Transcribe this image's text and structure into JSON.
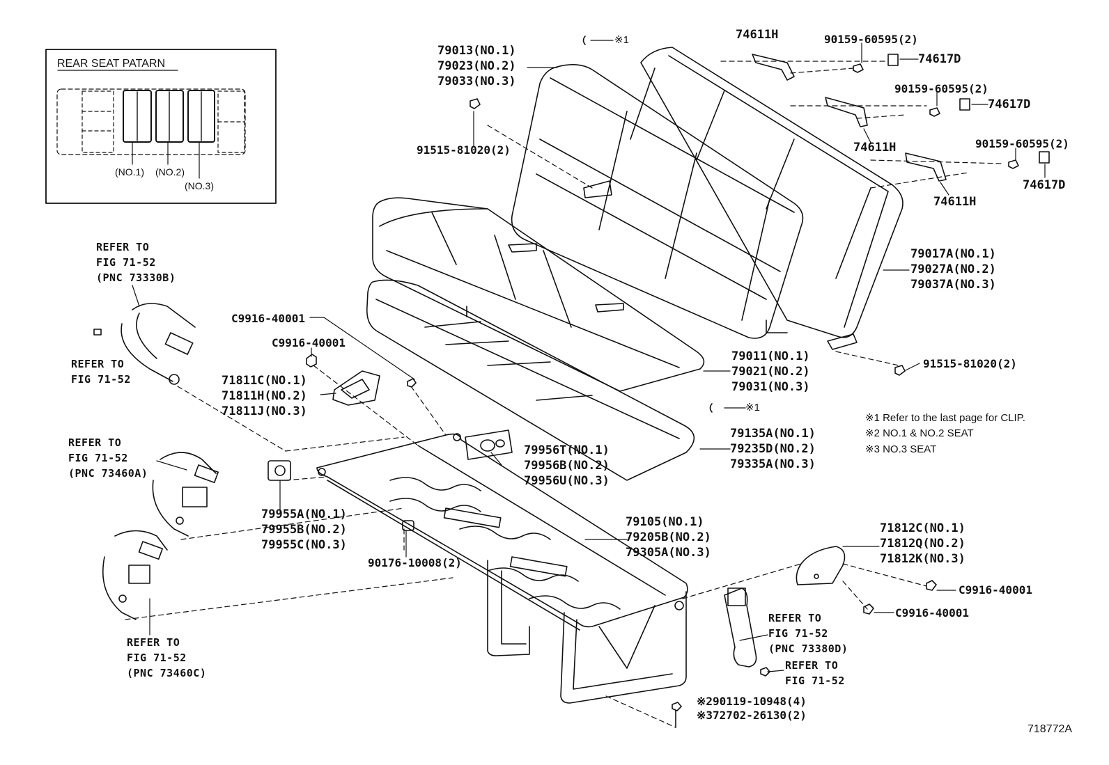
{
  "inset": {
    "title": "REAR SEAT PATARN",
    "labels": [
      "(NO.1)",
      "(NO.2)",
      "(NO.3)"
    ]
  },
  "clip_marker_1": "※1",
  "clip_marker_2": "※1",
  "callouts": {
    "seatback_pad": [
      "79013(NO.1)",
      "79023(NO.2)",
      "79033(NO.3)"
    ],
    "bolt_left_top": "91515-81020(2)",
    "hinge_top": "74611H",
    "bolt_a": "90159-60595(2)",
    "cover_a": "74617D",
    "bolt_b": "90159-60595(2)",
    "cover_b": "74617D",
    "hinge_mid": "74611H",
    "bolt_c": "90159-60595(2)",
    "cover_c": "74617D",
    "hinge_low": "74611H",
    "seatback_frame": [
      "79017A(NO.1)",
      "79027A(NO.2)",
      "79037A(NO.3)"
    ],
    "bolt_right": "91515-81020(2)",
    "cushion_pad": [
      "79011(NO.1)",
      "79021(NO.2)",
      "79031(NO.3)"
    ],
    "cushion_cover": [
      "79135A(NO.1)",
      "79235D(NO.2)",
      "79335A(NO.3)"
    ],
    "clip_top": "C9916-40001",
    "clip_mid": "C9916-40001",
    "shield": [
      "71811C(NO.1)",
      "71811H(NO.2)",
      "71811J(NO.3)"
    ],
    "cover_plate": [
      "79956T(NO.1)",
      "79956B(NO.2)",
      "79956U(NO.3)"
    ],
    "spacer": [
      "79955A(NO.1)",
      "79955B(NO.2)",
      "79955C(NO.3)"
    ],
    "nut": "90176-10008(2)",
    "frame": [
      "79105(NO.1)",
      "79205B(NO.2)",
      "79305A(NO.3)"
    ],
    "side_shield": [
      "71812C(NO.1)",
      "71812Q(NO.2)",
      "71812K(NO.3)"
    ],
    "clip_r1": "C9916-40001",
    "clip_r2": "C9916-40001",
    "bolt_bottom_1": "※290119-10948(4)",
    "bolt_bottom_2": "※372702-26130(2)"
  },
  "refs": {
    "belt_1": [
      "REFER TO",
      "FIG 71-52",
      "(PNC 73330B)"
    ],
    "belt_1_anchor": [
      "REFER TO",
      "FIG 71-52"
    ],
    "belt_2": [
      "REFER TO",
      "FIG 71-52",
      "(PNC 73460A)"
    ],
    "belt_3": [
      "REFER TO",
      "FIG 71-52",
      "(PNC 73460C)"
    ],
    "buckle": [
      "REFER TO",
      "FIG 71-52",
      "(PNC 73380D)"
    ],
    "buckle_anchor": [
      "REFER TO",
      "FIG 71-52"
    ]
  },
  "notes": [
    "※1  Refer to the last page for CLIP.",
    "※2 NO.1 & NO.2 SEAT",
    "※3 NO.3 SEAT"
  ],
  "figure_id": "718772A",
  "colors": {
    "ink": "#111111",
    "background": "#ffffff"
  }
}
